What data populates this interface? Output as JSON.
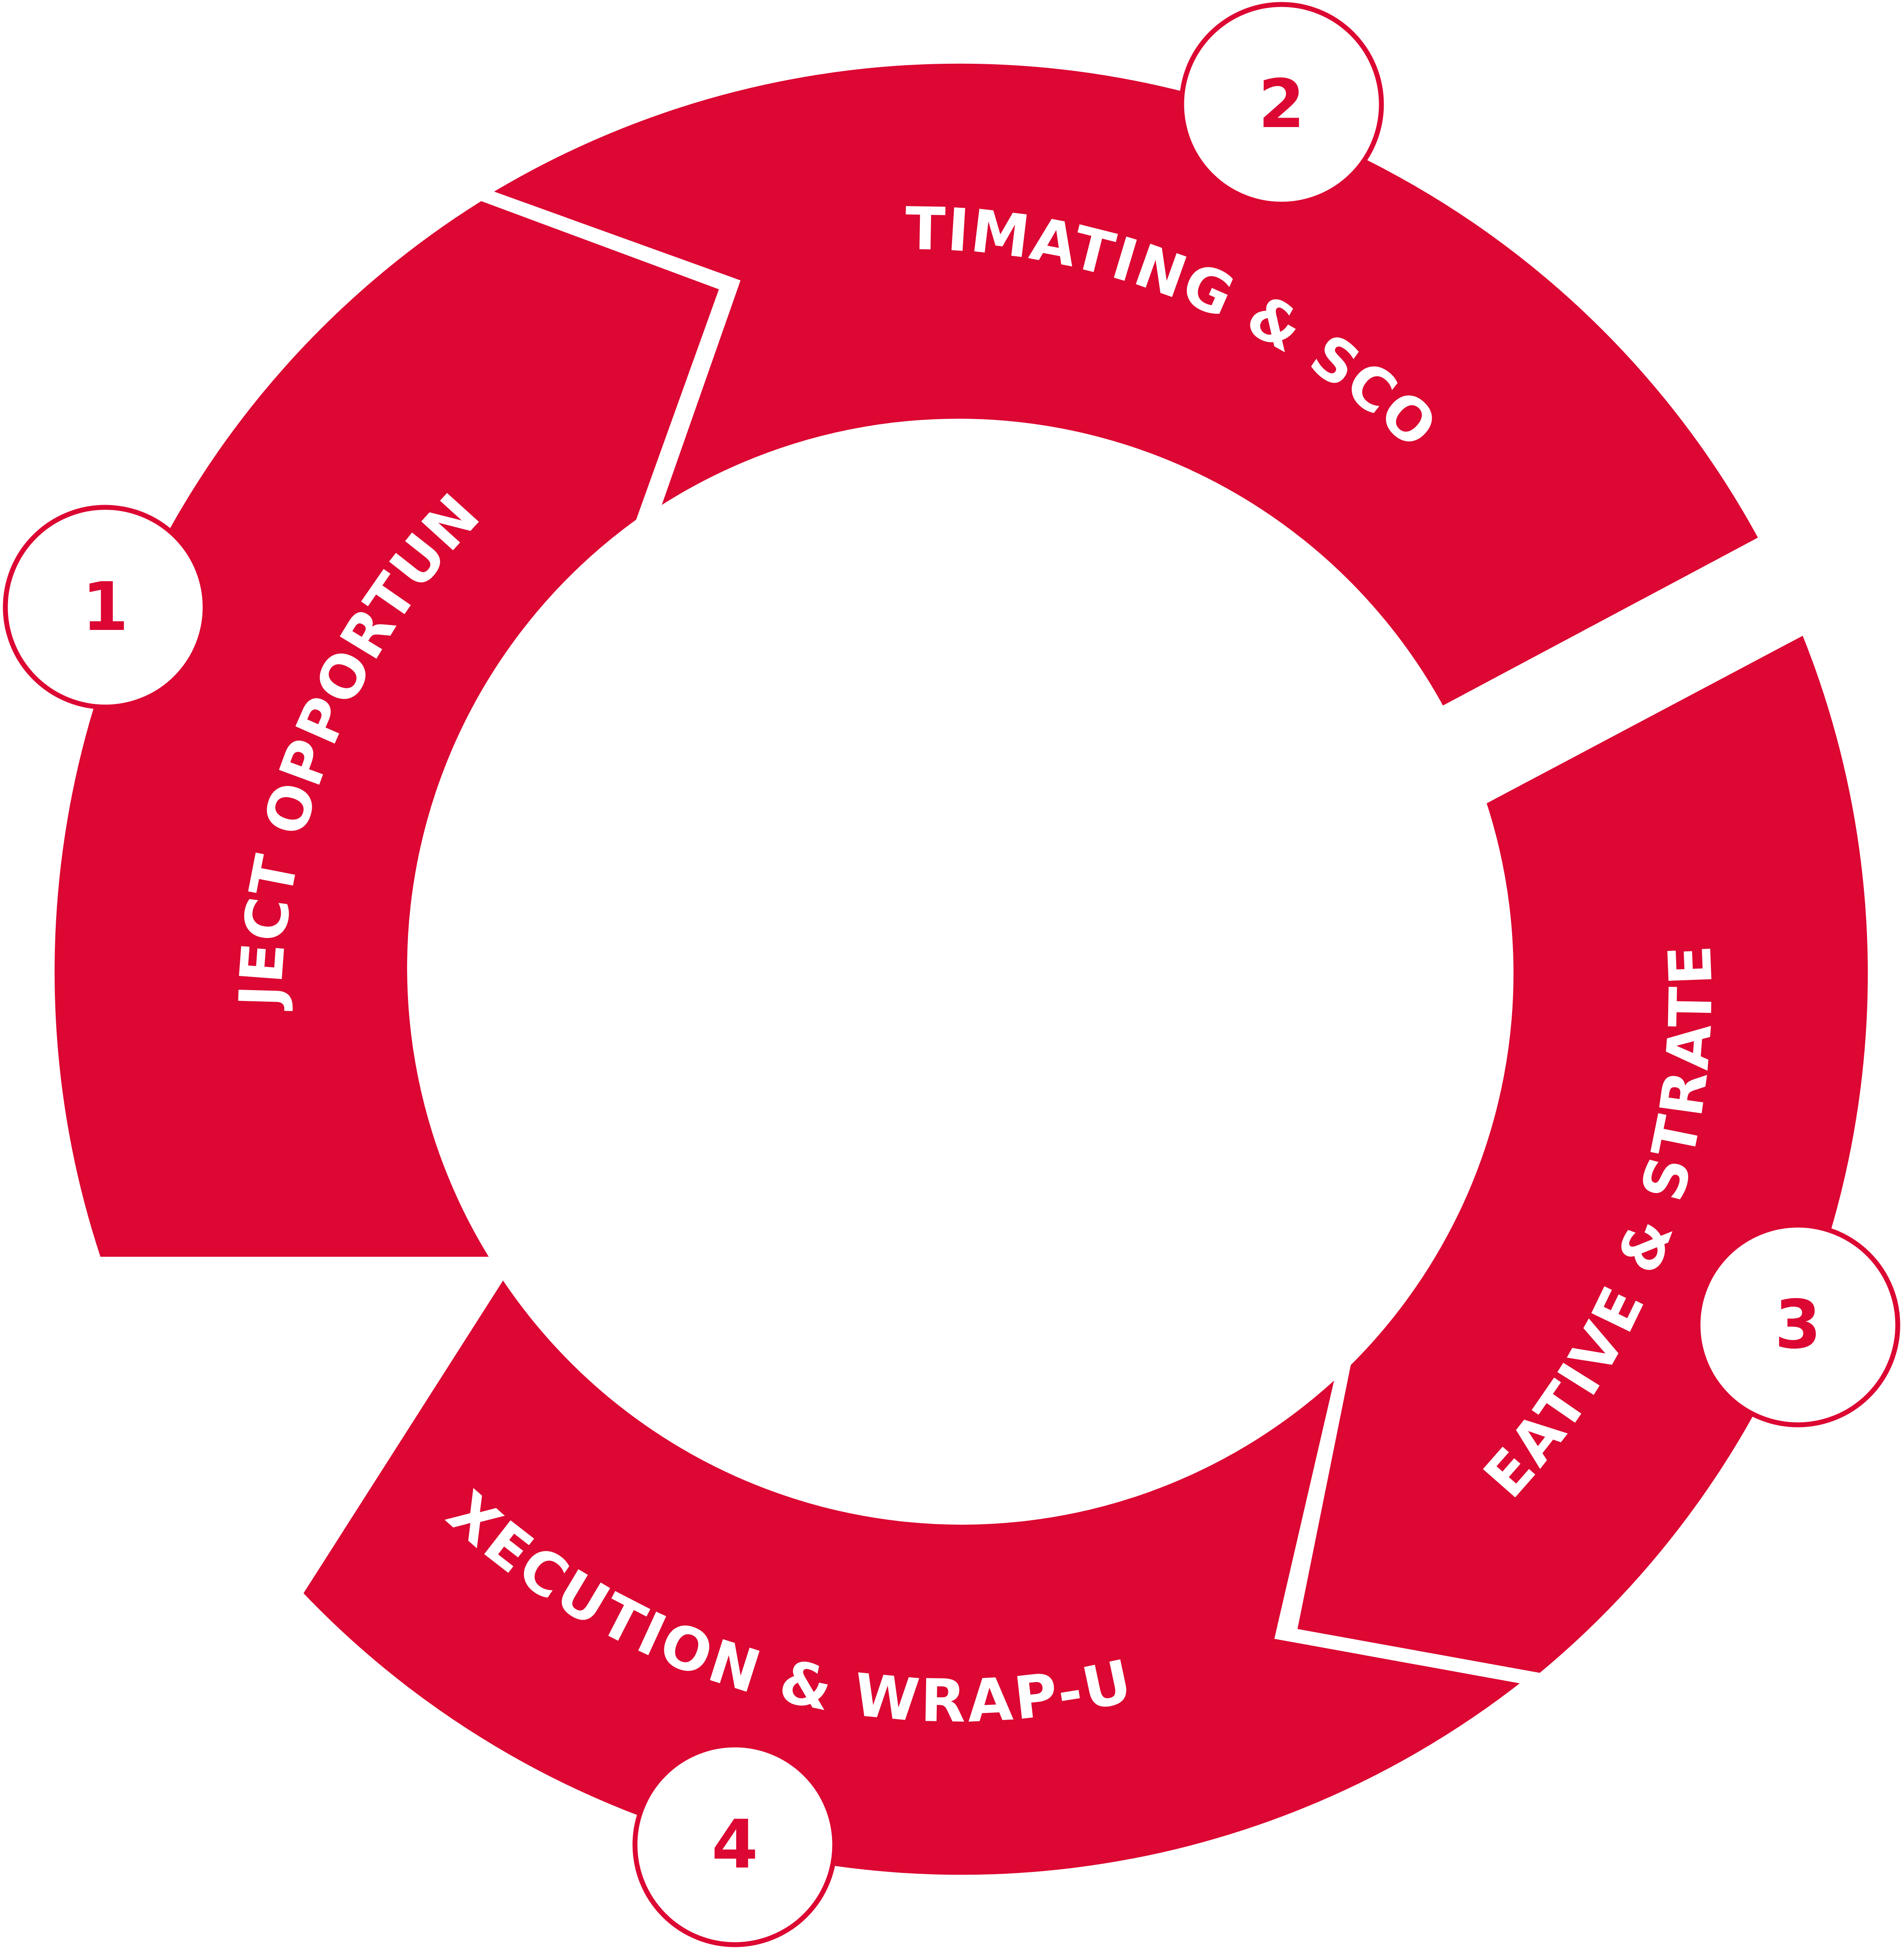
{
  "colors": {
    "accent": "#dc0732",
    "text_on_accent": "#ffffff",
    "badge_fill": "#ffffff",
    "background": "#ffffff"
  },
  "steps": [
    {
      "number": "1",
      "label": "PROJECT OPPORTUNITY"
    },
    {
      "number": "2",
      "label": "ESTIMATING & SCOPE"
    },
    {
      "number": "3",
      "label": "CREATIVE & STRATEGY"
    },
    {
      "number": "4",
      "label": "EXECUTION & WRAP-UP"
    }
  ]
}
